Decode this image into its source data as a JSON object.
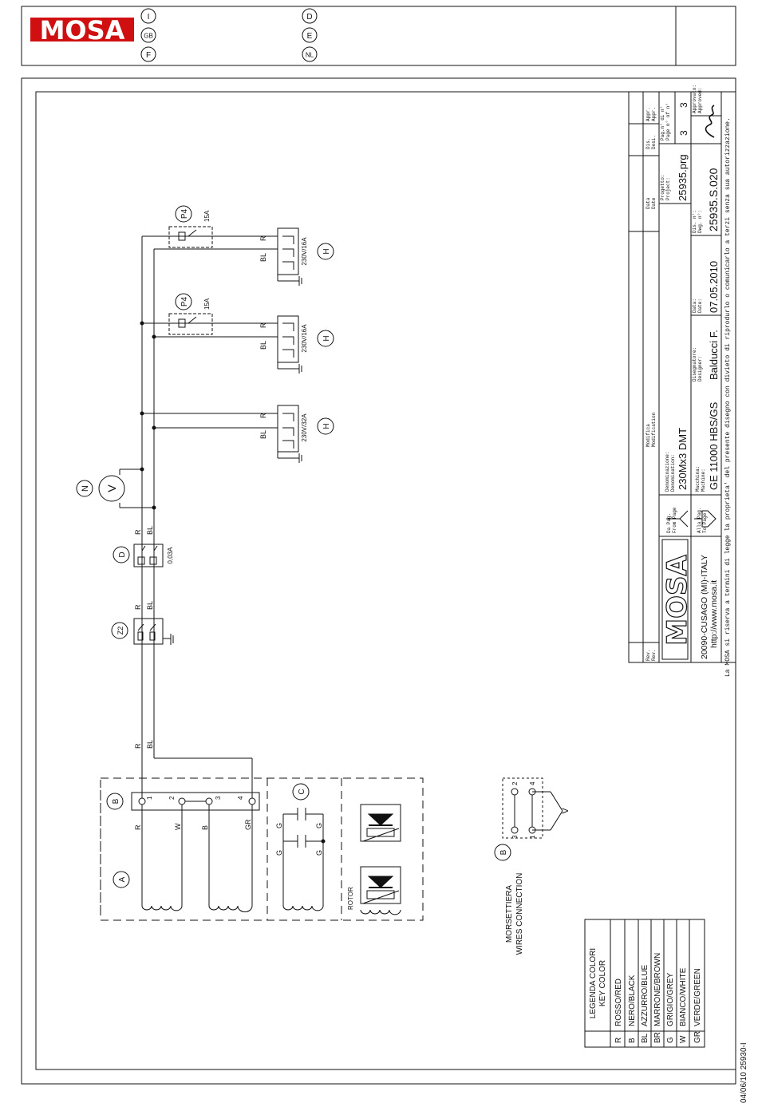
{
  "header": {
    "brand": "MOSA",
    "languages": [
      {
        "code": "I"
      },
      {
        "code": "GB"
      },
      {
        "code": "F"
      },
      {
        "code": "D"
      },
      {
        "code": "E"
      },
      {
        "code": "NL"
      }
    ]
  },
  "footer_code": "04/06/10 25930-I",
  "title_block": {
    "rev_label": "Rev.\nRev.",
    "modifica_label": "Modifica\nModification",
    "data_label": "Data\nDate",
    "dis_label": "Dis.\nDesi.",
    "appr_label": "Appr.\nAppr.",
    "from_page_label": "Da Pag.\nFrom Page",
    "to_page_label": "Alla Pag.\nTo Page",
    "denominazione_label": "Denominazione:\nDenomination:",
    "denominazione": "230Mx3 DMT",
    "macchina_label": "Macchina:\nMachine:",
    "macchina": "GE 11000 HBS/GS",
    "progetto_label": "Progetto:\nProject:",
    "progetto": "25935.prg",
    "pag_label": "Pag.n° di n°\nPage n° of n°",
    "page_no": "3",
    "page_of": "3",
    "disegnatore_label": "Disegnatore:\nDesigner:",
    "disegnatore": "Balducci F.",
    "data2_label": "Data:\nDate:",
    "date": "07.05.2010",
    "dis_n_label": "Dis. n°:\nDwg. n°:",
    "drawing_no": "25935.S.020",
    "approvato_label": "Approvato:\nApproved:",
    "address": "20090-CUSAGO (MI)-ITALY",
    "website": "http://www.mosa.it",
    "legal": "La MOSA si riserva a termini di legge la proprieta' del presente disegno con divieto di riprodurlo o comunicarlo a terzi senza sua autorizzazione."
  },
  "legend": {
    "title": "LEGENDA COLORI",
    "subtitle": "KEY COLOR",
    "rows": [
      {
        "code": "R",
        "name": "ROSSO/RED"
      },
      {
        "code": "B",
        "name": "NERO/BLACK"
      },
      {
        "code": "BL",
        "name": "AZZURRO/BLUE"
      },
      {
        "code": "BR",
        "name": "MARRONE/BROWN"
      },
      {
        "code": "G",
        "name": "GRIGIO/GREY"
      },
      {
        "code": "W",
        "name": "BIANCO/WHITE"
      },
      {
        "code": "GR",
        "name": "VERDE/GREEN"
      }
    ]
  },
  "morsettiera": {
    "line1": "MORSETTIERA",
    "line2": "WIRES CONNECTION",
    "ref": "B",
    "terminals": [
      "3",
      "2",
      "1",
      "4"
    ],
    "voltage": "V"
  },
  "schematic": {
    "ref_A": "A",
    "ref_B": "B",
    "ref_C": "C",
    "ref_D": "D",
    "ref_Z2": "Z2",
    "ref_N": "N",
    "voltmeter": "V",
    "rotor": "ROTOR",
    "rcd_rating": "0,03A",
    "terminals": [
      "1",
      "2",
      "3",
      "4"
    ],
    "winding_labels": [
      "R",
      "W",
      "B",
      "GR"
    ],
    "cap_labels": [
      "G",
      "G",
      "G",
      "G"
    ],
    "wire_R": "R",
    "wire_BL": "BL",
    "breaker": {
      "ref": "P4",
      "rating": "15A"
    },
    "sockets": [
      {
        "ref": "H",
        "rating": "230V/16A"
      },
      {
        "ref": "H",
        "rating": "230V/16A"
      },
      {
        "ref": "H",
        "rating": "230V/32A"
      }
    ]
  },
  "colors": {
    "brand_red": "#d01010",
    "line": "#111111"
  }
}
